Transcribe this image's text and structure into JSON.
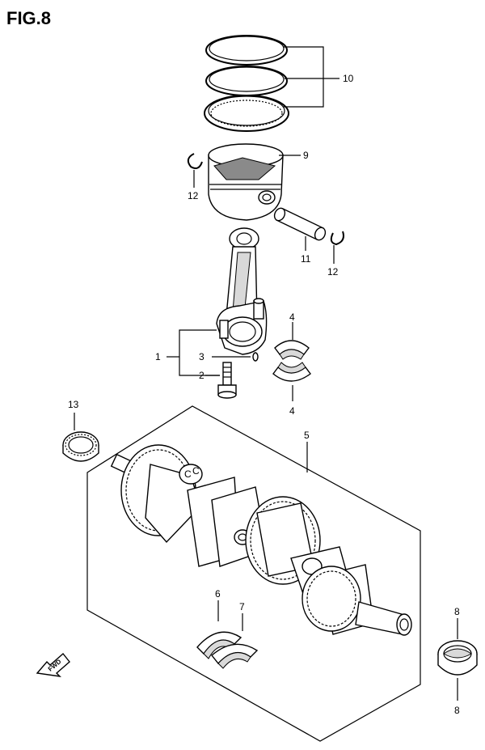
{
  "figure_title": "FIG.8",
  "direction_label": "FWD",
  "callouts": {
    "c1": "1",
    "c2": "2",
    "c3": "3",
    "c4_top": "4",
    "c4_bottom": "4",
    "c5": "5",
    "c6": "6",
    "c7": "7",
    "c8_top": "8",
    "c8_bottom": "8",
    "c9": "9",
    "c10": "10",
    "c11": "11",
    "c12_left": "12",
    "c12_right": "12",
    "c13": "13"
  }
}
